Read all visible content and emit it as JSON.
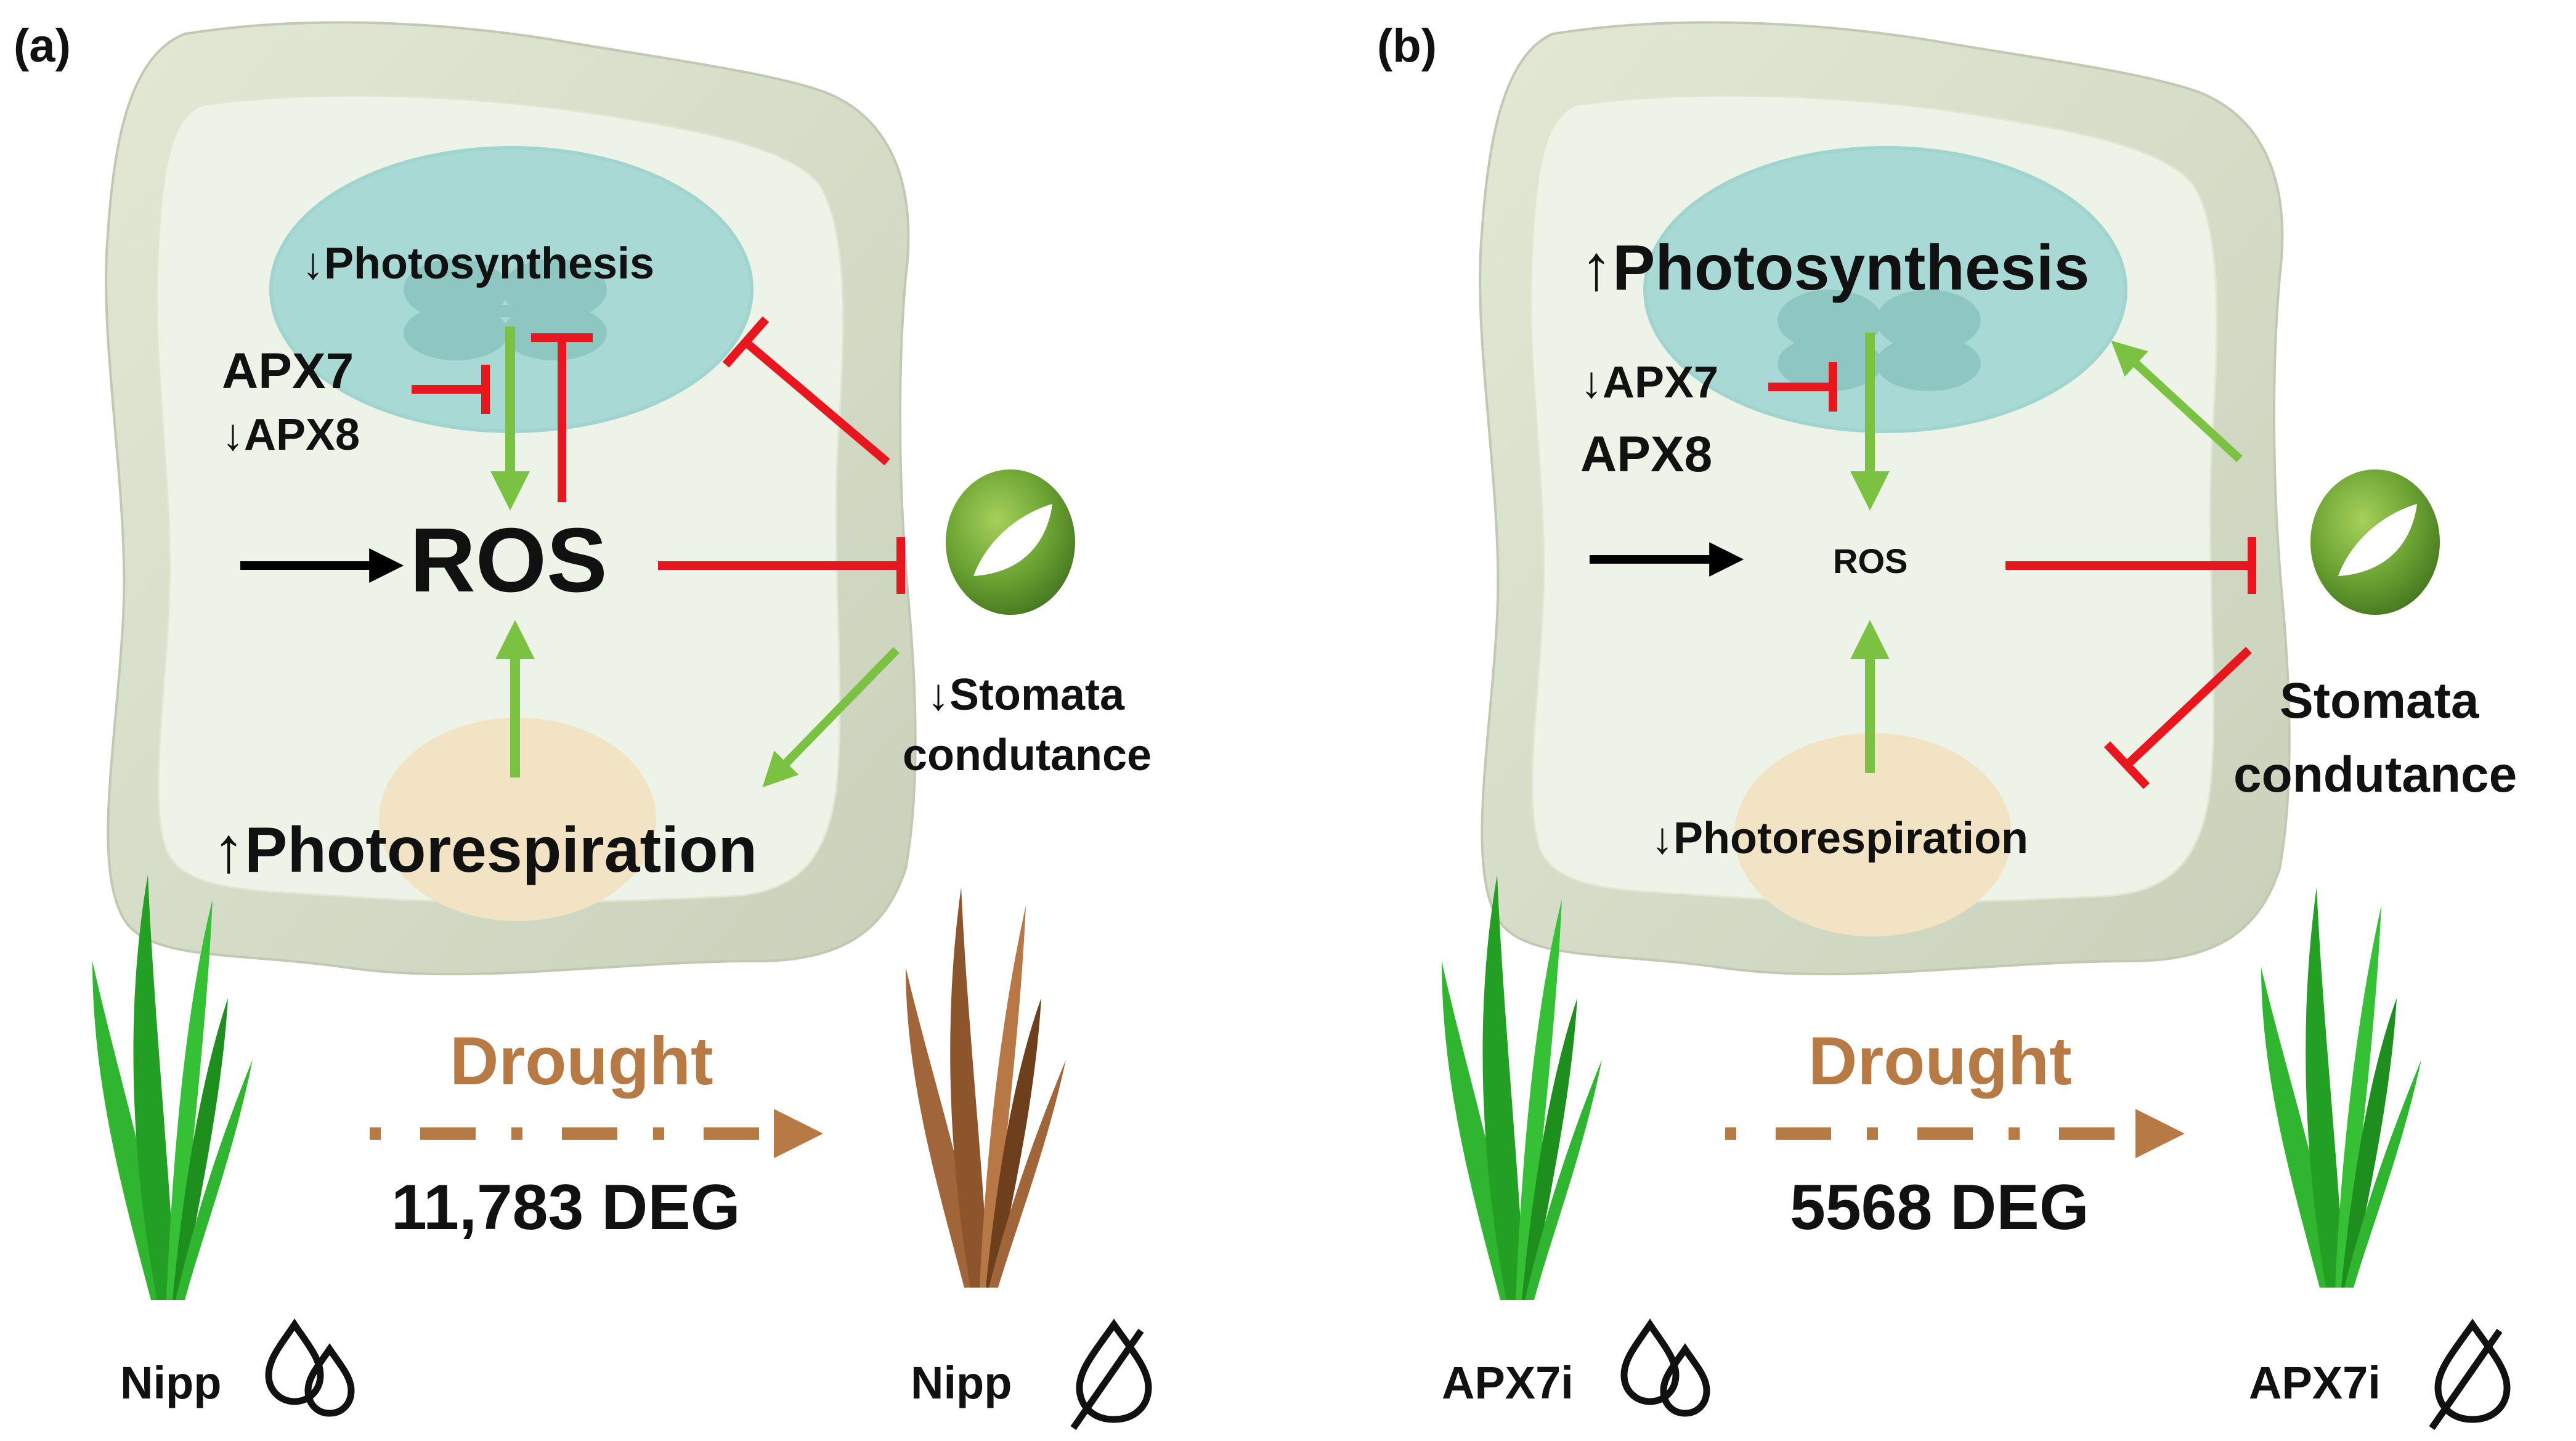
{
  "panels": [
    {
      "id": "a",
      "label": "(a)",
      "photosynthesis": "↓Photosynthesis",
      "apx_top": "APX7",
      "apx_bottom": "↓APX8",
      "ros": "ROS",
      "stomata_line1": "↓Stomata",
      "stomata_line2": "condutance",
      "photorespiration": "↑Photorespiration",
      "drought": "Drought",
      "deg": "11,783 DEG",
      "plant_left": "Nipp",
      "plant_right": "Nipp"
    },
    {
      "id": "b",
      "label": "(b)",
      "photosynthesis": "↑Photosynthesis",
      "apx_top": "↓APX7",
      "apx_bottom": "APX8",
      "ros": "ROS",
      "stomata_line1": "Stomata",
      "stomata_line2": "condutance",
      "photorespiration": "↓Photorespiration",
      "drought": "Drought",
      "deg": "5568 DEG",
      "plant_left": "APX7i",
      "plant_right": "APX7i"
    }
  ],
  "colors": {
    "activation_arrow": "#7cc242",
    "inhibition": "#e8161e",
    "input_arrow": "#000000",
    "drought": "#b87a45",
    "cell_wall": "#d9dfcc",
    "cytoplasm": "#edf3e6",
    "chloroplast": "#a9d9d5",
    "peroxisome": "#f2e3c4",
    "stomata": "#6aa232",
    "healthy_leaf": "#2fb52f",
    "dry_leaf": "#a0663a"
  },
  "icons": [
    "water-drops-icon",
    "no-water-icon",
    "stomata-icon",
    "rice-plant-icon"
  ]
}
